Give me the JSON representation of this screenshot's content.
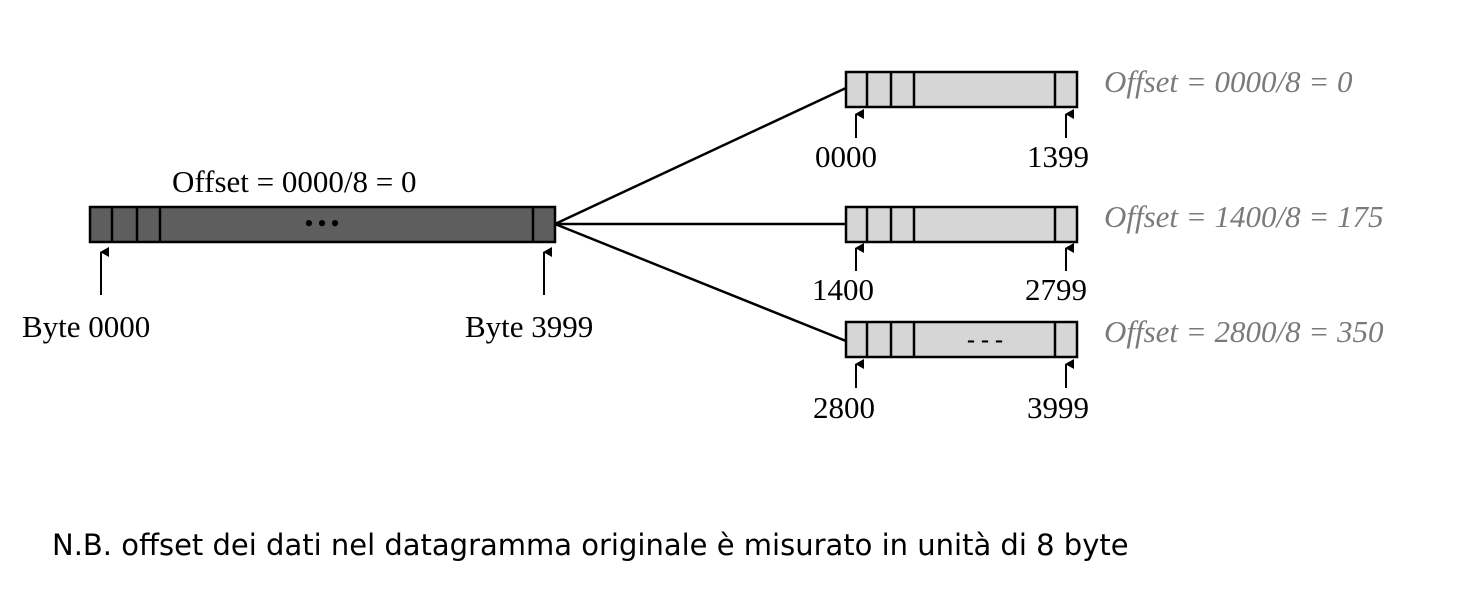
{
  "original": {
    "offset_label": "Offset = 0000/8 = 0",
    "dots": "•••",
    "start_label": "Byte 0000",
    "end_label": "Byte 3999",
    "fill_color": "#5e5e5e"
  },
  "fragments": [
    {
      "start": "0000",
      "end": "1399",
      "offset_label": "Offset = 0000/8 = 0",
      "dots": ""
    },
    {
      "start": "1400",
      "end": "2799",
      "offset_label": "Offset = 1400/8 = 175",
      "dots": ""
    },
    {
      "start": "2800",
      "end": "3999",
      "offset_label": "Offset = 2800/8 = 350",
      "dots": "- - -"
    }
  ],
  "fragment_fill_color": "#d6d6d6",
  "offset_text_color": "#7a7a7a",
  "note": "N.B. offset dei dati nel datagramma originale è misurato in unità di 8 byte"
}
